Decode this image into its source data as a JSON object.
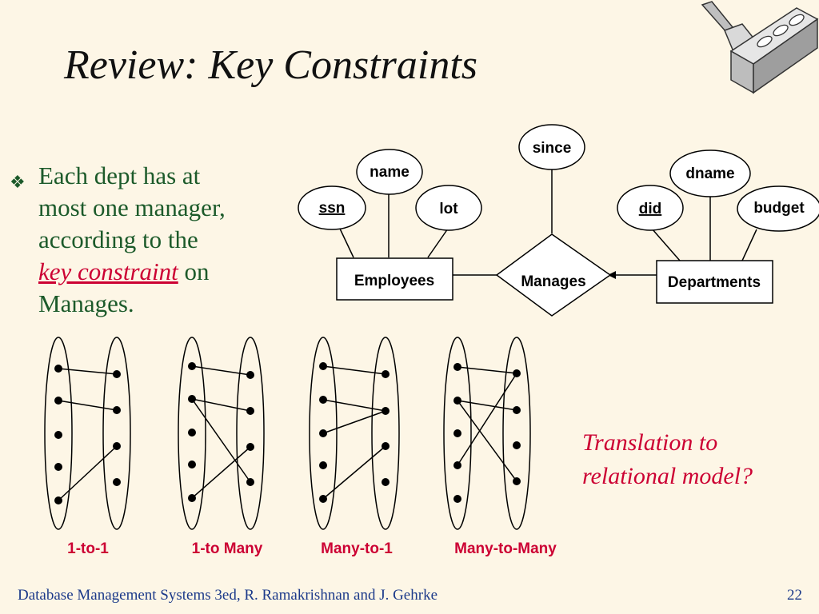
{
  "slide": {
    "title": "Review: Key Constraints",
    "bullet_lines": [
      "Each dept has at",
      "most one manager,",
      "according to the"
    ],
    "bullet_key_phrase": "key constraint",
    "bullet_after_phrase": " on",
    "bullet_last_line": "Manages.",
    "translation_lines": [
      "Translation to",
      "relational model?"
    ],
    "footer_left": "Database Management Systems 3ed,  R. Ramakrishnan and J. Gehrke",
    "page_number": "22"
  },
  "er_diagram": {
    "entities": {
      "employees": "Employees",
      "departments": "Departments"
    },
    "relationship": "Manages",
    "attributes": {
      "ssn": "ssn",
      "name": "name",
      "lot": "lot",
      "since": "since",
      "did": "did",
      "dname": "dname",
      "budget": "budget"
    },
    "key_attributes": [
      "ssn",
      "did"
    ]
  },
  "mappings": [
    {
      "label": "1-to-1"
    },
    {
      "label": "1-to Many"
    },
    {
      "label": "Many-to-1"
    },
    {
      "label": "Many-to-Many"
    }
  ],
  "colors": {
    "background": "#fdf6e6",
    "bullet_text": "#1c5a2a",
    "accent_red": "#cc0033",
    "footer_blue": "#1c3a8a"
  },
  "icons": {
    "corner_graphic": "brick-trowel-icon",
    "bullet": "diamond-bullet-icon"
  }
}
